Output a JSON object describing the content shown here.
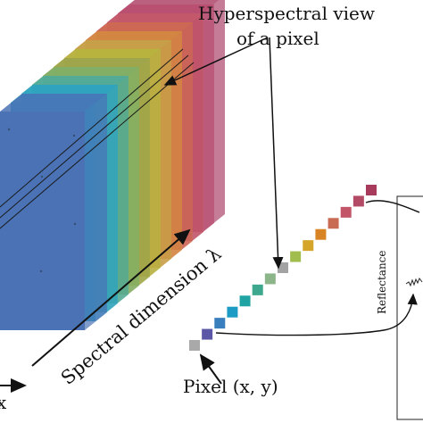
{
  "labels": {
    "hyperspectral_line1": "Hyperspectral view",
    "hyperspectral_line2": "of a pixel",
    "spectral_dimension": "Spectral dimension λ",
    "pixel": "Pixel (x, y)",
    "x_axis": "x",
    "reflectance": "Reflectance"
  },
  "band_colors": [
    "#4a72b5",
    "#2aa3c4",
    "#4aa9a0",
    "#7db06a",
    "#9aa24c",
    "#b5b53e",
    "#c4a34a",
    "#d48c3f",
    "#cf6b50",
    "#c45a6a",
    "#b84c6f",
    "#ad4569"
  ],
  "pixel_square_colors": [
    "#a9a9a9",
    "#5b56a6",
    "#3a7fbd",
    "#1c9cc4",
    "#1fa3a3",
    "#3ea88e",
    "#8cb68a",
    "#a3a3a3",
    "#a0bd4d",
    "#d4a52a",
    "#d98424",
    "#c96a52",
    "#c25568",
    "#b34a66",
    "#a83a5c"
  ]
}
